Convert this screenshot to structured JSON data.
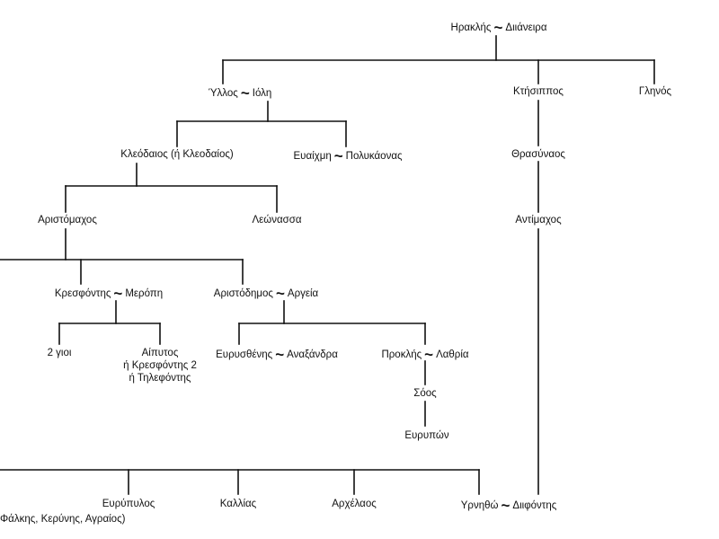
{
  "marriage_symbol": "~",
  "nodes": {
    "heracles": {
      "a": "Ηρακλής",
      "b": "Διιάνειρα"
    },
    "hyllos": {
      "a": "Ύλλος",
      "b": "Ιόλη"
    },
    "ktesippos": {
      "text": "Κτήσιππος"
    },
    "glenos": {
      "text": "Γληνός"
    },
    "kleodaios": {
      "text": "Κλεόδαιος (ή Κλεοδαίος)"
    },
    "euaichme": {
      "a": "Ευαίχμη",
      "b": "Πολυκάονας"
    },
    "thrasynaos": {
      "text": "Θρασύναος"
    },
    "aristomachos": {
      "text": "Αριστόμαχος"
    },
    "leonassa": {
      "text": "Λεώνασσα"
    },
    "antimachos": {
      "text": "Αντίμαχος"
    },
    "kresfontes": {
      "a": "Κρεσφόντης",
      "b": "Μερόπη"
    },
    "aristodemos": {
      "a": "Αριστόδημος",
      "b": "Αργεία"
    },
    "two_sons": {
      "text": "2 γιοι"
    },
    "aipytos": {
      "l1": "Αίπυτος",
      "l2": "ή Κρεσφόντης 2",
      "l3": "ή Τηλεφόντης"
    },
    "eurysthenes": {
      "a": "Ευρυσθένης",
      "b": "Αναξάνδρα"
    },
    "prokles": {
      "a": "Προκλής",
      "b": "Λαθρία"
    },
    "soos": {
      "text": "Σόος"
    },
    "eurypon": {
      "text": "Ευρυπών"
    },
    "eurypylos": {
      "text": "Ευρύπυλος"
    },
    "kallias": {
      "text": "Καλλίας"
    },
    "archelaos": {
      "text": "Αρχέλαος"
    },
    "hyrnetho": {
      "a": "Υρνηθώ",
      "b": "Διιφόντης"
    },
    "falkes": {
      "text": "Φάλκης, Κερύνης, Αγραίος)"
    }
  }
}
